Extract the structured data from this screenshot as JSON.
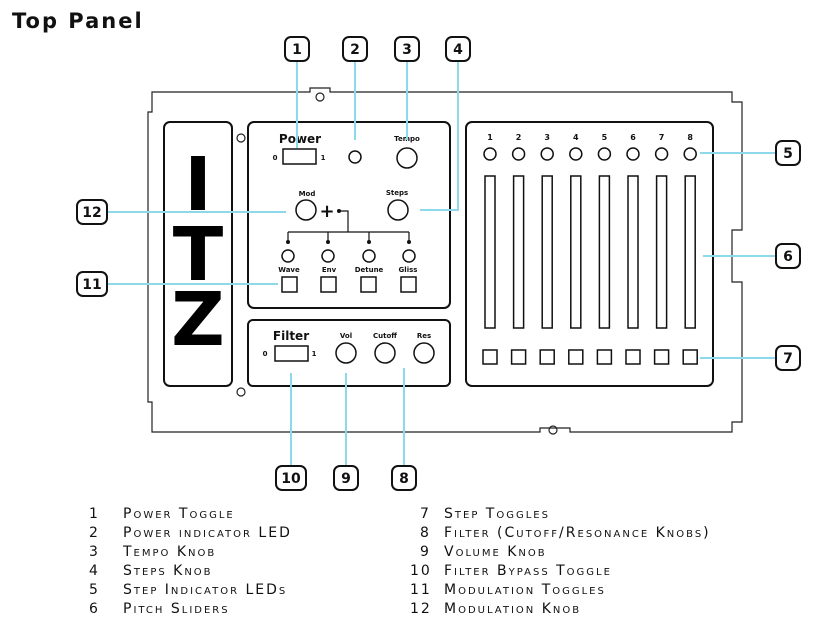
{
  "title": "Top Panel",
  "logo_letters": [
    "I",
    "T",
    "Z"
  ],
  "panel": {
    "power_label": "Power",
    "tempo_label": "Tempo",
    "mod_label": "Mod",
    "steps_label": "Steps",
    "mod_toggles": [
      "Wave",
      "Env",
      "Detune",
      "Gliss"
    ],
    "filter_label": "Filter",
    "filter_knobs": [
      "Vol",
      "Cutoff",
      "Res"
    ],
    "switch_off": "0",
    "switch_on": "1",
    "plus_sign": "+"
  },
  "step_numbers": [
    "1",
    "2",
    "3",
    "4",
    "5",
    "6",
    "7",
    "8"
  ],
  "callouts": [
    "1",
    "2",
    "3",
    "4",
    "5",
    "6",
    "7",
    "8",
    "9",
    "10",
    "11",
    "12"
  ],
  "legend": [
    {
      "num": "1",
      "text": "Power Toggle"
    },
    {
      "num": "2",
      "text": "Power indicator LED"
    },
    {
      "num": "3",
      "text": "Tempo Knob"
    },
    {
      "num": "4",
      "text": "Steps Knob"
    },
    {
      "num": "5",
      "text": "Step Indicator LEDs"
    },
    {
      "num": "6",
      "text": "Pitch Sliders"
    },
    {
      "num": "7",
      "text": "Step Toggles"
    },
    {
      "num": "8",
      "text": "Filter (Cutoff/Resonance Knobs)"
    },
    {
      "num": "9",
      "text": "Volume Knob"
    },
    {
      "num": "10",
      "text": "Filter Bypass Toggle"
    },
    {
      "num": "11",
      "text": "Modulation Toggles"
    },
    {
      "num": "12",
      "text": "Modulation Knob"
    }
  ],
  "colors": {
    "callout_line": "#8ed8ec",
    "ink": "#111111"
  }
}
